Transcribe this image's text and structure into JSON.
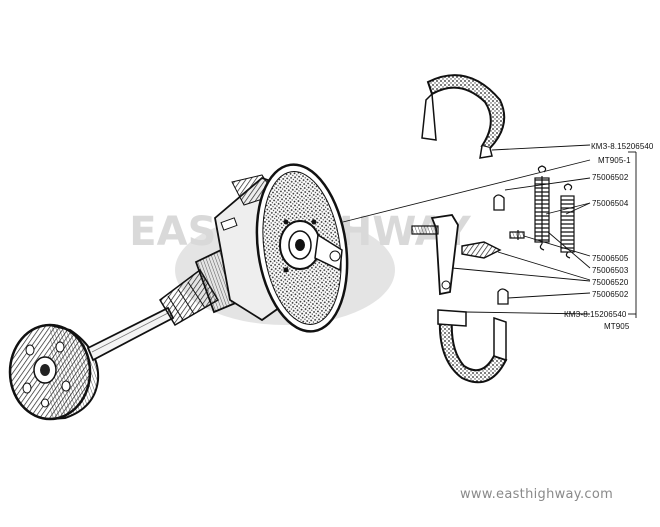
{
  "labels": [
    {
      "id": "km3-top",
      "text": "КМЗ-8.15206540"
    },
    {
      "id": "mt905-1",
      "text": "MT905-1"
    },
    {
      "id": "p75006502-top",
      "text": "75006502"
    },
    {
      "id": "p75006504",
      "text": "75006504"
    },
    {
      "id": "p75006505",
      "text": "75006505"
    },
    {
      "id": "p75006503",
      "text": "75006503"
    },
    {
      "id": "p75006520",
      "text": "75006520"
    },
    {
      "id": "p75006502-bottom",
      "text": "75006502"
    },
    {
      "id": "km3-bottom",
      "text": "КМЗ-8.15206540"
    },
    {
      "id": "mt905",
      "text": "MT905"
    }
  ],
  "watermark": {
    "url": "www.easthighway.com",
    "logo_text": "EAST HIGHWAY"
  },
  "icons": [
    "brake-drum",
    "axle-shaft",
    "brake-backing-plate",
    "brake-shoe",
    "return-spring",
    "brake-cam-lever",
    "adjuster-screw",
    "pin"
  ]
}
